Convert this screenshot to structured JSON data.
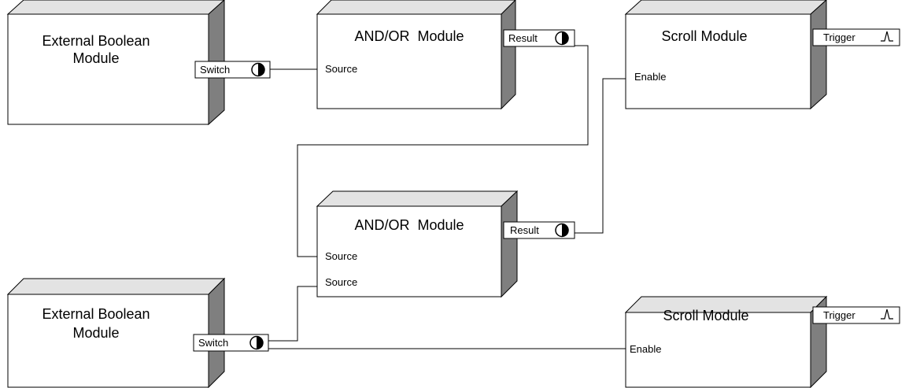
{
  "modules": {
    "ext_boolean_1": {
      "title_line1": "External Boolean",
      "title_line2": "Module",
      "output_label": "Switch",
      "output_icon": "half-circle-icon"
    },
    "andor_1": {
      "title": "AND/OR  Module",
      "inputs": [
        "Source"
      ],
      "output_label": "Result",
      "output_icon": "half-circle-icon"
    },
    "scroll_1": {
      "title": "Scroll Module",
      "input": "Enable",
      "output_label": "Trigger",
      "output_icon": "pulse-icon"
    },
    "andor_2": {
      "title": "AND/OR  Module",
      "inputs": [
        "Source",
        "Source"
      ],
      "output_label": "Result",
      "output_icon": "half-circle-icon"
    },
    "ext_boolean_2": {
      "title_line1": "External Boolean",
      "title_line2": "Module",
      "output_label": "Switch",
      "output_icon": "half-circle-icon"
    },
    "scroll_2": {
      "title": "Scroll Module",
      "input": "Enable",
      "output_label": "Trigger",
      "output_icon": "pulse-icon"
    }
  },
  "colors": {
    "box_side": "#7f7f7f",
    "box_top": "#e3e3e3",
    "line": "#000000",
    "face": "#ffffff"
  }
}
